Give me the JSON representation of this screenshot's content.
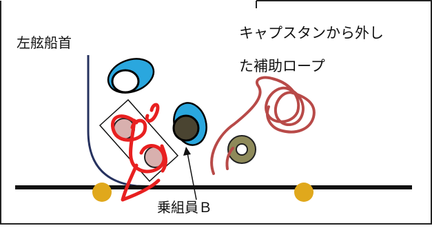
{
  "labels": {
    "port_bow": "左舷船首",
    "rope_line1": "キャプスタンから外し",
    "rope_line2": "た補助ロープ",
    "crew_b": "乗組員Ｂ"
  },
  "colors": {
    "hull_line": "#26325f",
    "deck_line": "#111111",
    "bollard": "#e0a81c",
    "rope": "#b84a48",
    "red_scribble": "#e82020",
    "capstan": "#8e8a5a",
    "crew_blue": "#2aa7de",
    "crew_dark": "#4a4431",
    "frame": "#222222"
  }
}
